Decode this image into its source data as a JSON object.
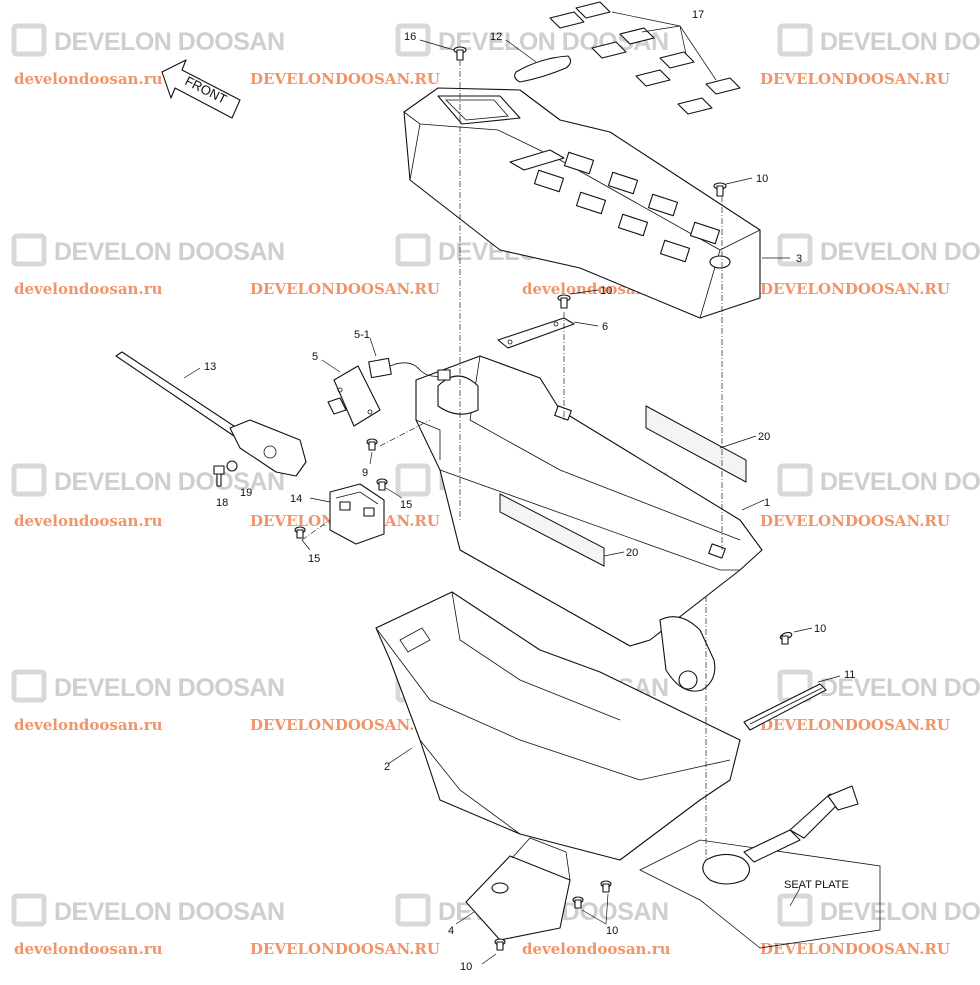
{
  "watermark": {
    "logo_text": "DEVELON DOOSAN",
    "url_lower": "develondoosan.ru",
    "url_upper": "DEVELONDOOSAN.RU",
    "logo_color": "#cfcfcf",
    "url_color": "#f0956a"
  },
  "front_label": "FRONT",
  "seat_plate_label": "SEAT PLATE",
  "callouts": [
    {
      "id": "c16",
      "text": "16"
    },
    {
      "id": "c12",
      "text": "12"
    },
    {
      "id": "c17",
      "text": "17"
    },
    {
      "id": "c10a",
      "text": "10"
    },
    {
      "id": "c3",
      "text": "3"
    },
    {
      "id": "c10b",
      "text": "10"
    },
    {
      "id": "c6",
      "text": "6"
    },
    {
      "id": "c51",
      "text": "5-1"
    },
    {
      "id": "c5",
      "text": "5"
    },
    {
      "id": "c13",
      "text": "13"
    },
    {
      "id": "c20a",
      "text": "20"
    },
    {
      "id": "c9",
      "text": "9"
    },
    {
      "id": "c18",
      "text": "18"
    },
    {
      "id": "c19",
      "text": "19"
    },
    {
      "id": "c14",
      "text": "14"
    },
    {
      "id": "c15a",
      "text": "15"
    },
    {
      "id": "c1",
      "text": "1"
    },
    {
      "id": "c15b",
      "text": "15"
    },
    {
      "id": "c20b",
      "text": "20"
    },
    {
      "id": "c10c",
      "text": "10"
    },
    {
      "id": "c11",
      "text": "11"
    },
    {
      "id": "c2",
      "text": "2"
    },
    {
      "id": "c10d",
      "text": "10"
    },
    {
      "id": "c4",
      "text": "4"
    },
    {
      "id": "c10e",
      "text": "10"
    }
  ]
}
